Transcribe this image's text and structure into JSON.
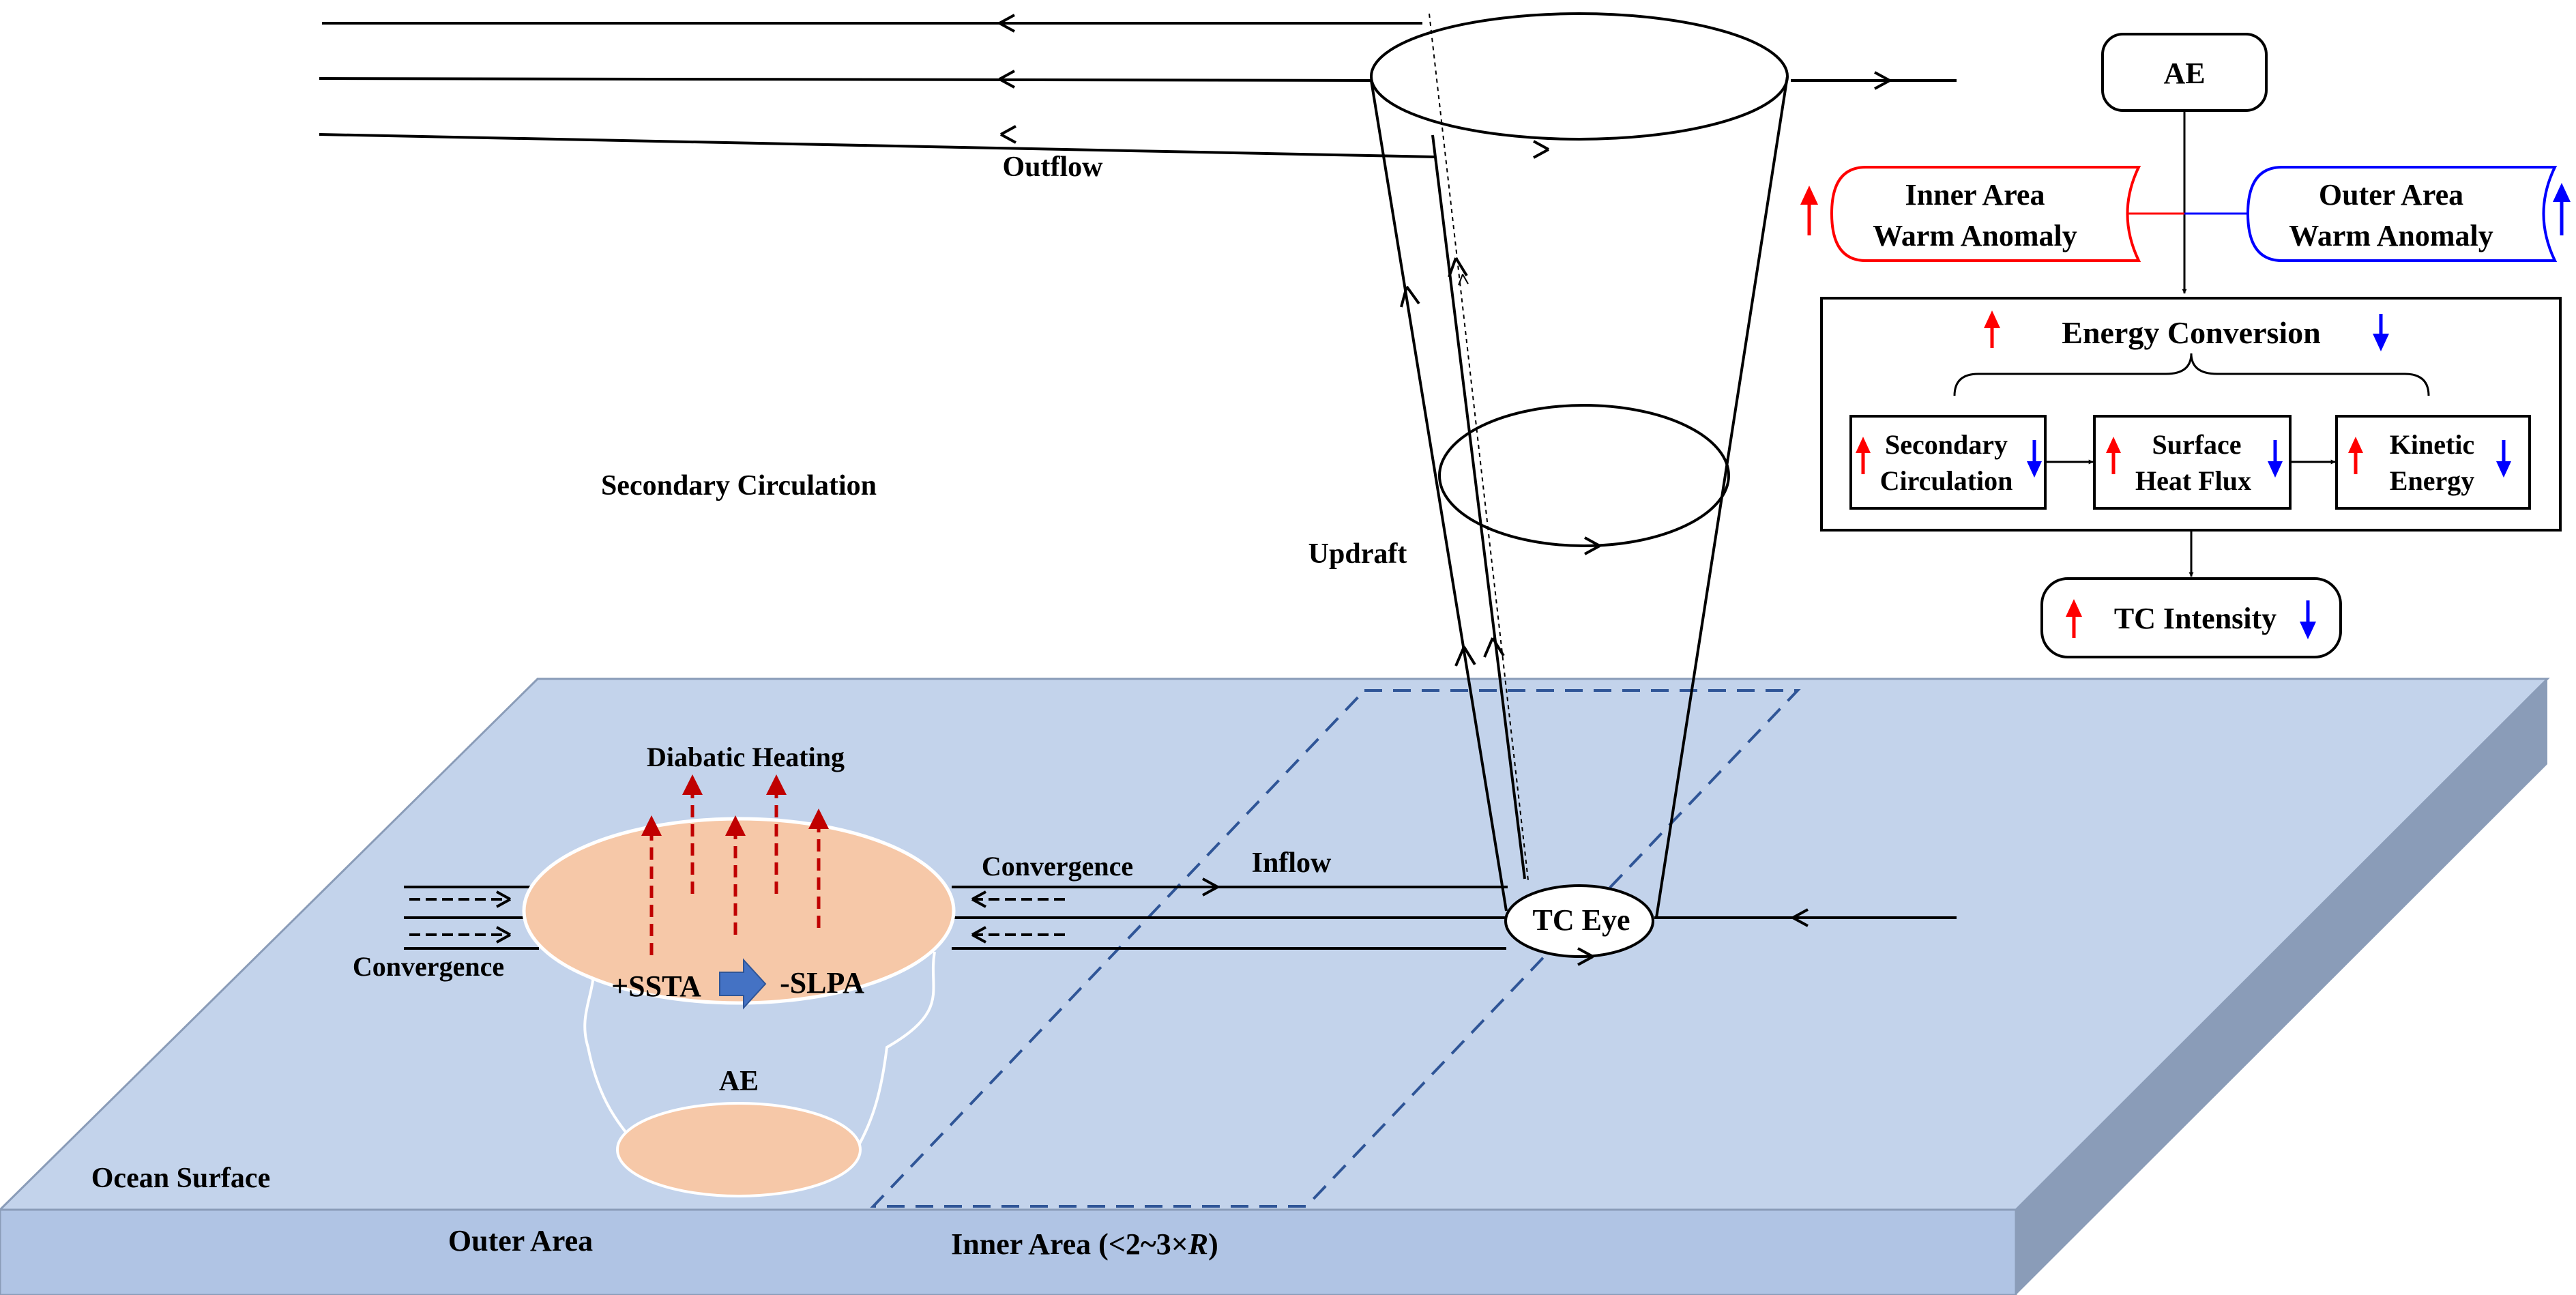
{
  "labels": {
    "outflow": "Outflow",
    "secondary_circulation": "Secondary Circulation",
    "updraft": "Updraft",
    "diabatic_heating": "Diabatic Heating",
    "convergence_left": "Convergence",
    "convergence_right": "Convergence",
    "inflow": "Inflow",
    "tc_eye": "TC Eye",
    "sst_anomaly": "+SSTA",
    "slp_anomaly": "-SLPA",
    "ae_eddy": "AE",
    "ocean_surface": "Ocean Surface",
    "outer_area": "Outer Area",
    "inner_area_prefix": "Inner Area (<2~3×",
    "inner_area_var": "R",
    "inner_area_suffix": ")"
  },
  "flowchart": {
    "ae": "AE",
    "inner_warm_line1": "Inner Area",
    "inner_warm_line2": "Warm Anomaly",
    "outer_warm_line1": "Outer Area",
    "outer_warm_line2": "Warm Anomaly",
    "energy_conversion": "Energy Conversion",
    "secondary_line1": "Secondary",
    "secondary_line2": "Circulation",
    "surface_line1": "Surface",
    "surface_line2": "Heat Flux",
    "kinetic_line1": "Kinetic",
    "kinetic_line2": "Energy",
    "tc_intensity": "TC Intensity"
  },
  "colors": {
    "ocean_top": "#c3d3eb",
    "ocean_front": "#b0c4e4",
    "ocean_side": "#8a9cb8",
    "eddy_fill": "#f6c8a8",
    "heating_arrow": "#c00000",
    "dashed_box": "#2f5597",
    "increase": "#ff0000",
    "decrease": "#0000ff",
    "process_arrow": "#4472c4"
  }
}
